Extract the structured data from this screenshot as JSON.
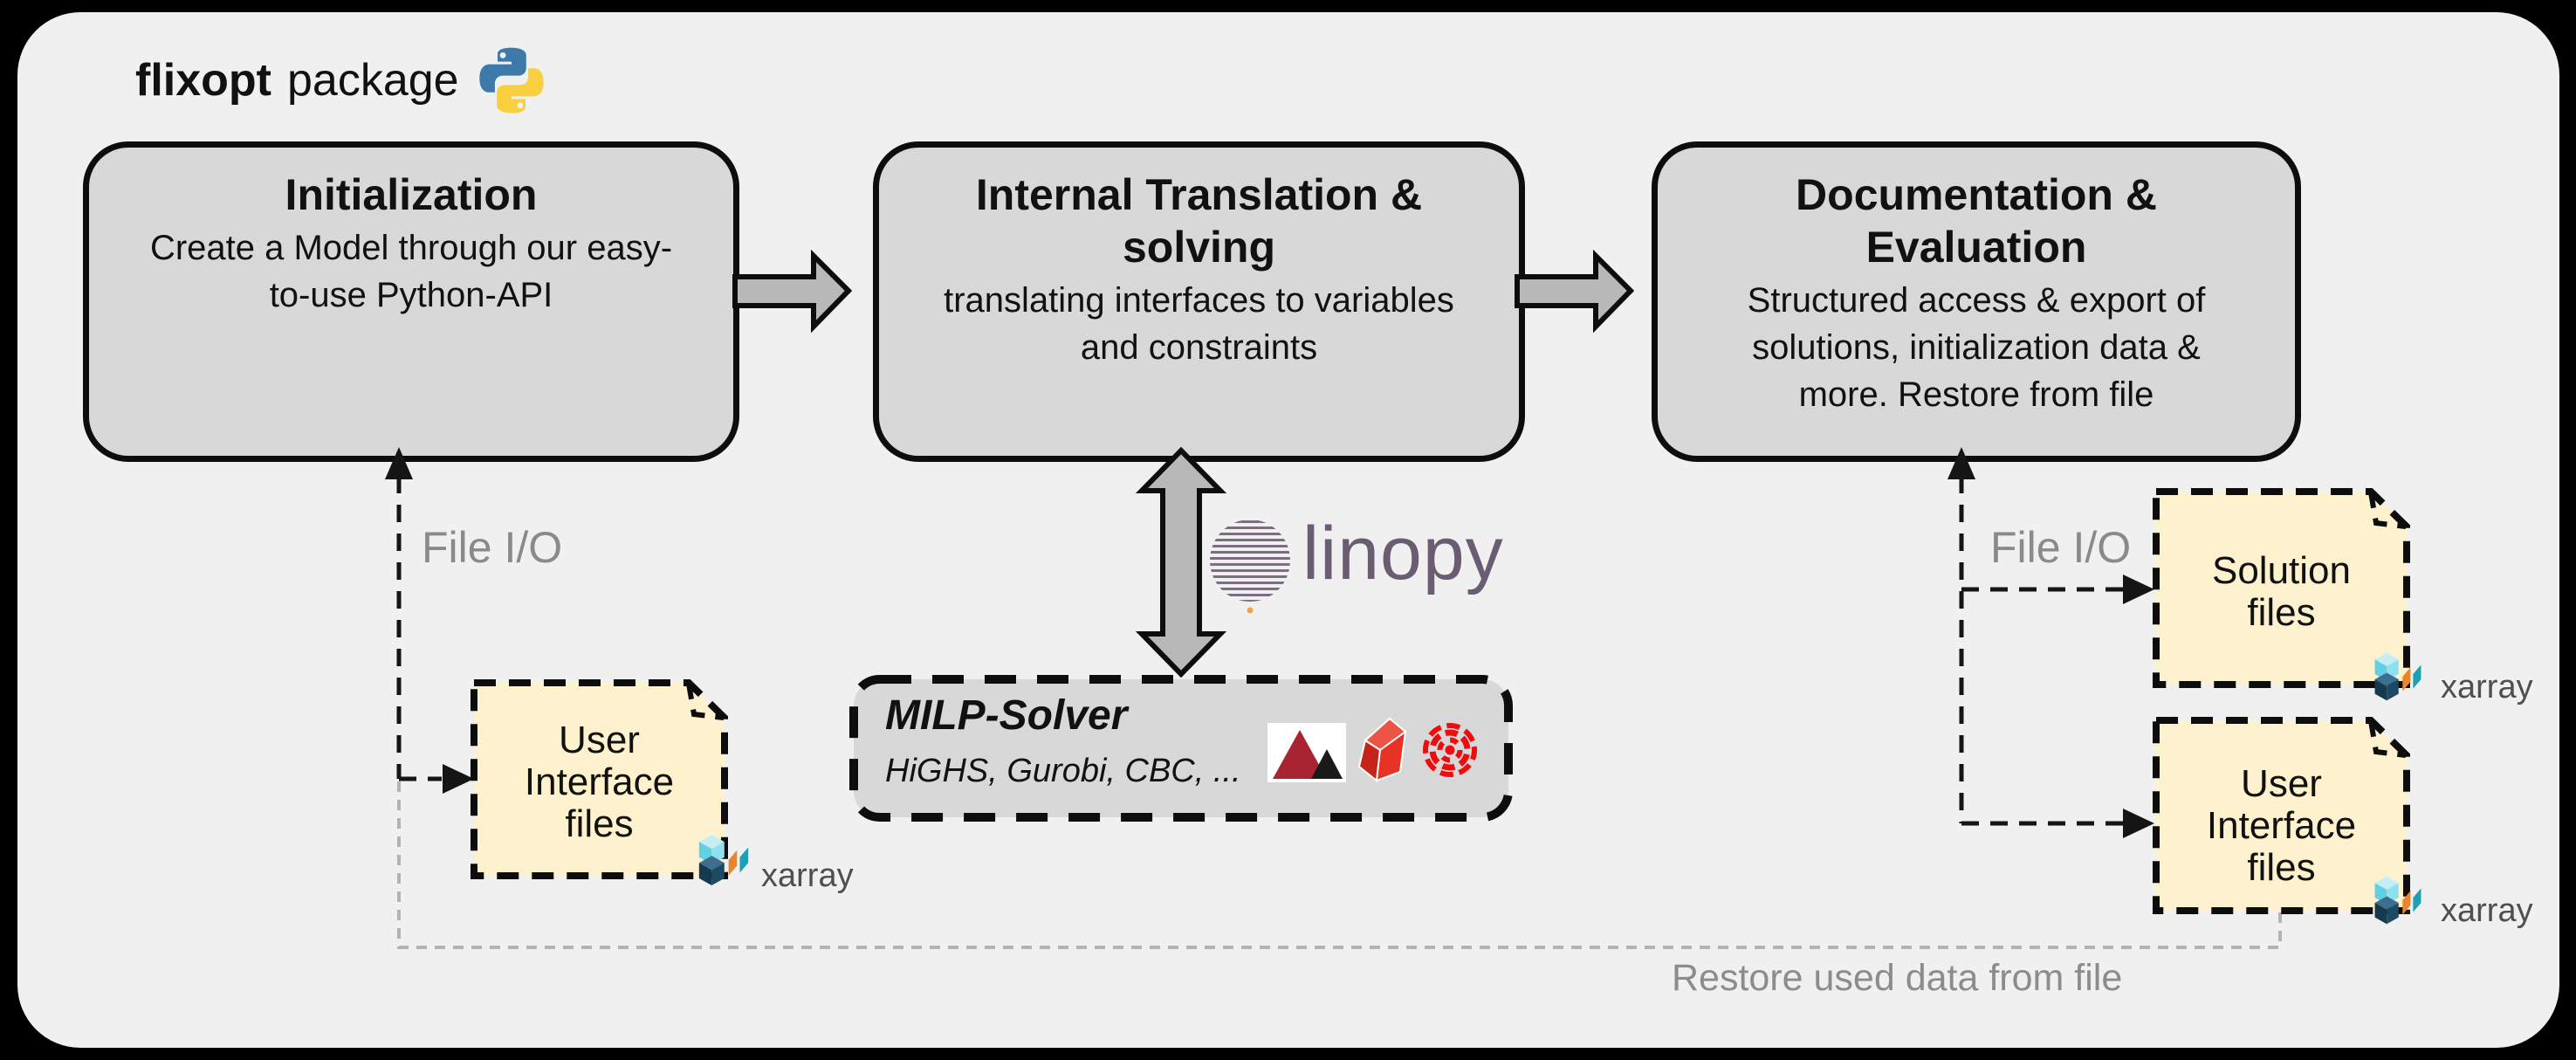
{
  "header": {
    "brand": "flixopt",
    "suffix": "package"
  },
  "flow_boxes": [
    {
      "id": "initialization",
      "title": "Initialization",
      "body": "Create a Model through our easy-\nto-use Python-API"
    },
    {
      "id": "internal-translation-solving",
      "title": "Internal Translation &\nsolving",
      "body": "translating interfaces to variables\nand constraints"
    },
    {
      "id": "documentation-evaluation",
      "title": "Documentation &\nEvaluation",
      "body": "Structured access & export of\nsolutions, initialization data &\nmore. Restore from file"
    }
  ],
  "solver_box": {
    "title": "MILP-Solver",
    "subtitle": "HiGHS, Gurobi, CBC, ...",
    "logos": [
      "highs-logo",
      "gurobi-logo",
      "cbc-logo"
    ]
  },
  "linopy": {
    "label": "linopy",
    "color": "#6a5c72"
  },
  "file_boxes": [
    {
      "id": "user-interface-files-left",
      "label": "User\nInterface\nfiles"
    },
    {
      "id": "solution-files",
      "label": "Solution\nfiles"
    },
    {
      "id": "user-interface-files-right",
      "label": "User\nInterface\nfiles"
    }
  ],
  "xarray": {
    "label": "xarray"
  },
  "labels": {
    "file_io_left": "File I/O",
    "file_io_right": "File I/O",
    "restore": "Restore used data from file"
  },
  "colors": {
    "canvas": "#000000",
    "panel_bg": "#f0f0f0",
    "box_fill": "#d8d8d8",
    "box_border": "#0d0d0d",
    "arrow_fill": "#b8b8b8",
    "file_fill": "#fdf2cd",
    "muted_text": "#8a8a8a",
    "linopy_purple": "#6a5c72",
    "python_blue": "#3d79a9",
    "python_yellow": "#f7cf3f",
    "solver_red": "#e02115",
    "xarray_teal": "#1d9fb4",
    "xarray_orange": "#e8862b"
  }
}
